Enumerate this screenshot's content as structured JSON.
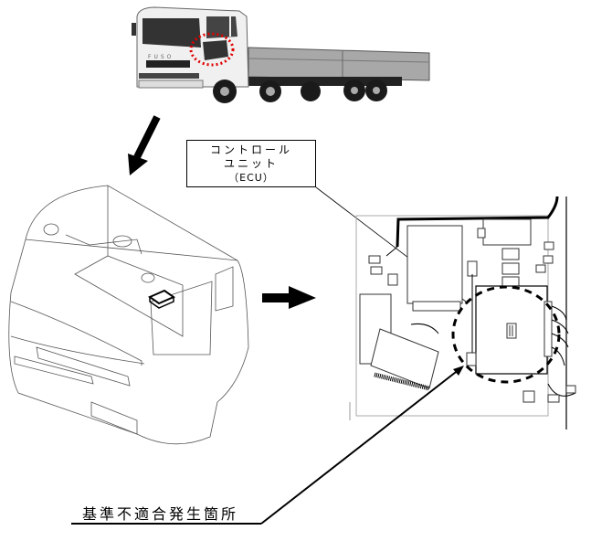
{
  "callout": {
    "line1": "コントロール",
    "line2": "ユニット",
    "line3": "（ECU）"
  },
  "defect_label": "基準不適合発生箇所",
  "truck": {
    "brand_text": "FUSO",
    "highlight_color": "#e00000"
  },
  "colors": {
    "line": "#000000",
    "truck_body": "#f0f0f0",
    "truck_bed": "#a8a8a8"
  }
}
